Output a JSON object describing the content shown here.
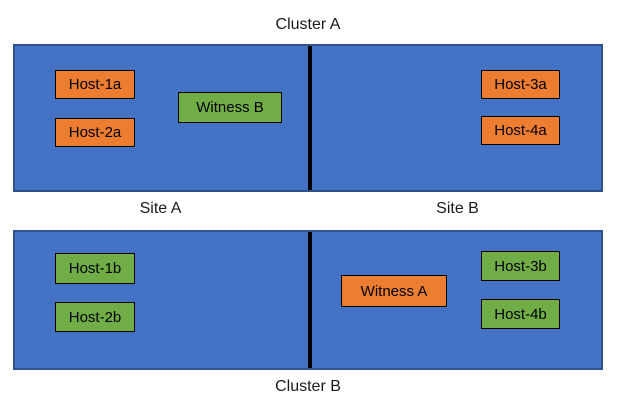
{
  "colors": {
    "site_fill": "#4472C4",
    "site_border": "#2F528F",
    "divider": "#000000",
    "node_orange": "#ED7D31",
    "node_green": "#70AD47",
    "node_border": "#000000",
    "text": "#1a1a1a"
  },
  "sites": [
    {
      "name": "Site A"
    },
    {
      "name": "Site B"
    }
  ],
  "clusters": [
    {
      "name": "Cluster A",
      "label_position": "top",
      "nodes": [
        {
          "label": "Host-1a",
          "site": "Site A",
          "fill": "#ED7D31"
        },
        {
          "label": "Host-2a",
          "site": "Site A",
          "fill": "#ED7D31"
        },
        {
          "label": "Witness B",
          "site": "Site A",
          "fill": "#70AD47"
        },
        {
          "label": "Host-3a",
          "site": "Site B",
          "fill": "#ED7D31"
        },
        {
          "label": "Host-4a",
          "site": "Site B",
          "fill": "#ED7D31"
        }
      ]
    },
    {
      "name": "Cluster B",
      "label_position": "bottom",
      "nodes": [
        {
          "label": "Host-1b",
          "site": "Site A",
          "fill": "#70AD47"
        },
        {
          "label": "Host-2b",
          "site": "Site A",
          "fill": "#70AD47"
        },
        {
          "label": "Witness A",
          "site": "Site B",
          "fill": "#ED7D31"
        },
        {
          "label": "Host-3b",
          "site": "Site B",
          "fill": "#70AD47"
        },
        {
          "label": "Host-4b",
          "site": "Site B",
          "fill": "#70AD47"
        }
      ]
    }
  ]
}
